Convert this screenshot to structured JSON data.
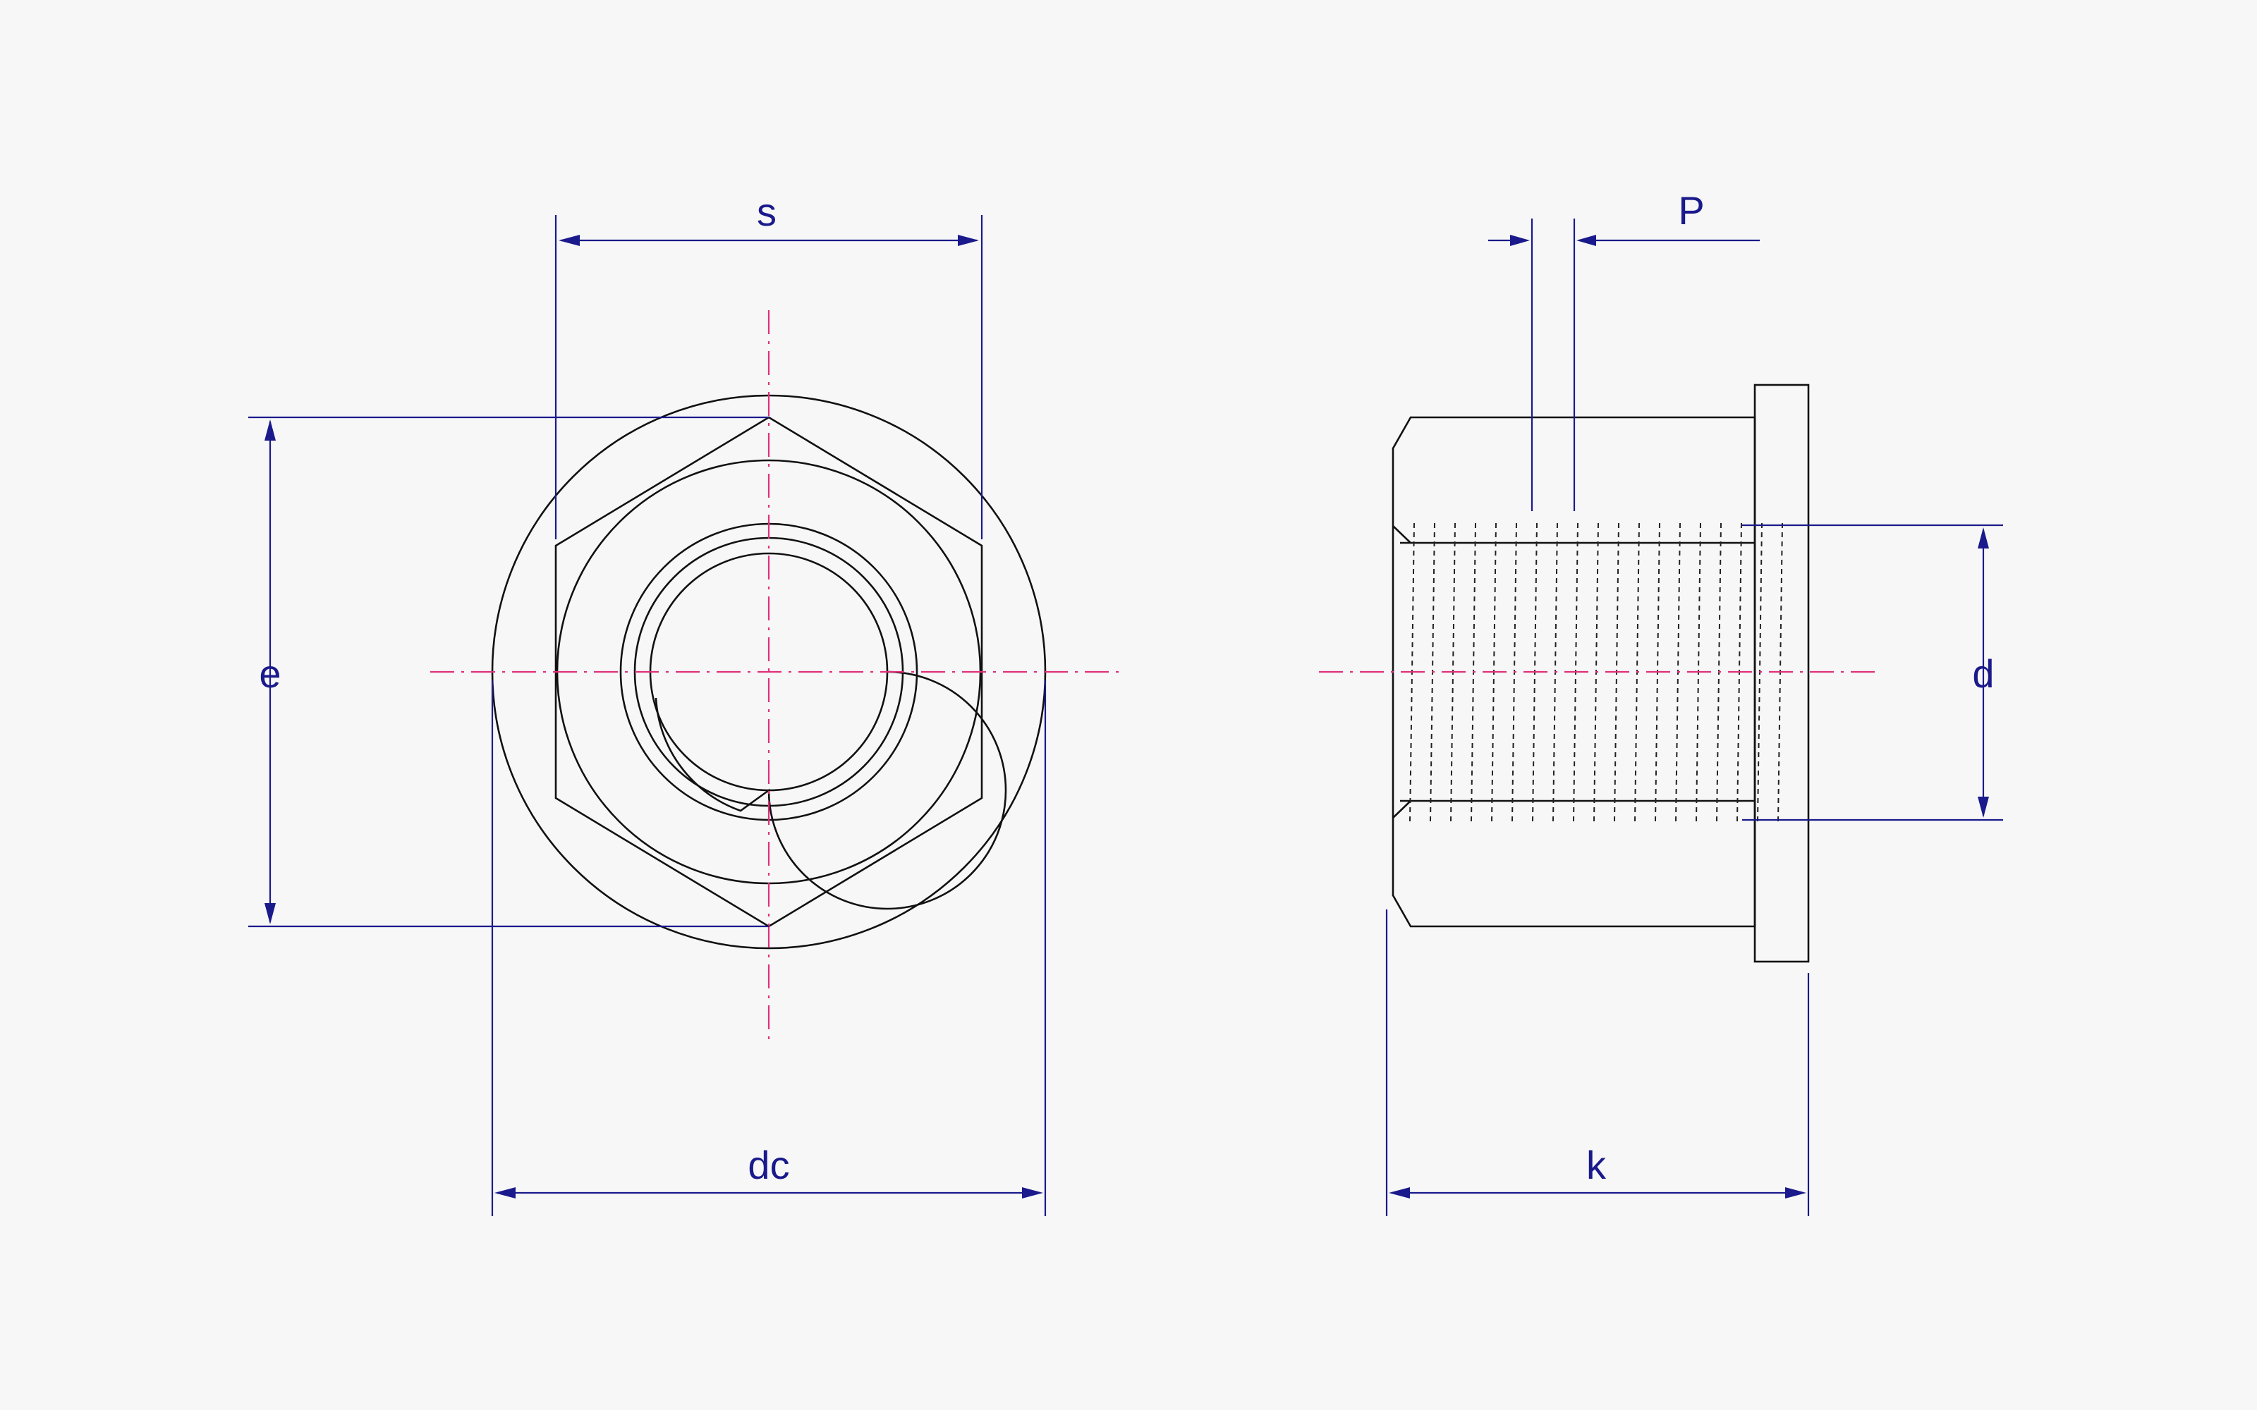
{
  "dimensions": {
    "s": "s",
    "e": "e",
    "dc": "dc",
    "P": "P",
    "d": "d",
    "k": "k"
  },
  "colors": {
    "outline": "#111111",
    "dimension": "#1a1a8c",
    "centerline": "#e0307a",
    "background": "#f7f7f7"
  }
}
